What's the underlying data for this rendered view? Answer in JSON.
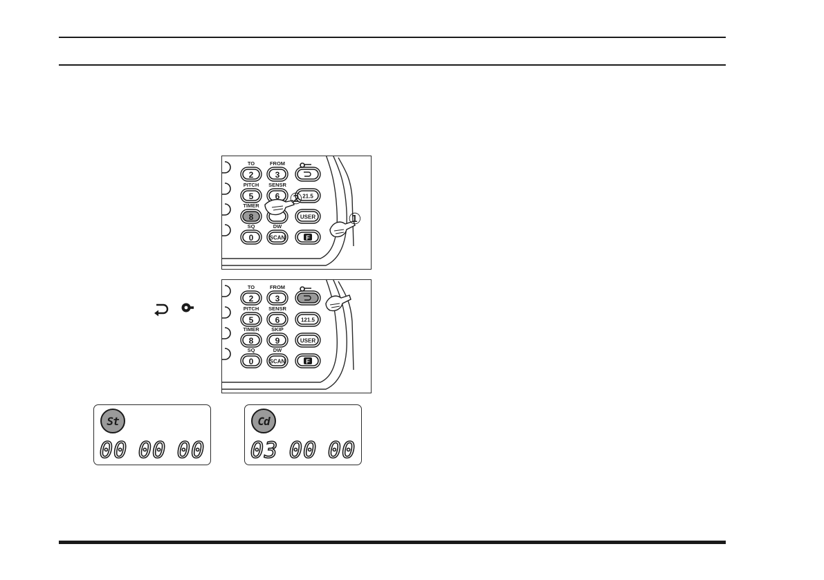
{
  "keypad_top": {
    "rows": [
      {
        "labels": [
          "TO",
          "FROM",
          ""
        ],
        "keys": [
          "2",
          "3",
          ""
        ]
      },
      {
        "labels": [
          "PITCH",
          "SENSR",
          ""
        ],
        "keys": [
          "5",
          "6",
          "21.5"
        ]
      },
      {
        "labels": [
          "TIMER",
          "",
          ""
        ],
        "keys": [
          "8",
          "",
          "USER"
        ]
      },
      {
        "labels": [
          "SQ",
          "DW",
          ""
        ],
        "keys": [
          "0",
          "SCAN",
          "F"
        ]
      }
    ],
    "callouts": [
      "②",
      "①"
    ]
  },
  "keypad_bottom": {
    "rows": [
      {
        "labels": [
          "TO",
          "FROM",
          ""
        ],
        "keys": [
          "2",
          "3",
          ""
        ]
      },
      {
        "labels": [
          "PITCH",
          "SENSR",
          ""
        ],
        "keys": [
          "5",
          "6",
          "121.5"
        ]
      },
      {
        "labels": [
          "TIMER",
          "SKIP",
          ""
        ],
        "keys": [
          "8",
          "9",
          "USER"
        ]
      },
      {
        "labels": [
          "SQ",
          "DW",
          ""
        ],
        "keys": [
          "0",
          "SCAN",
          "F"
        ]
      }
    ]
  },
  "icons": [
    "return-arrow-icon",
    "key-icon"
  ],
  "displays": [
    {
      "mode": "St",
      "digits": [
        "00",
        "00",
        "00"
      ]
    },
    {
      "mode": "Cd",
      "digits": [
        "03",
        "00",
        "00"
      ]
    }
  ]
}
